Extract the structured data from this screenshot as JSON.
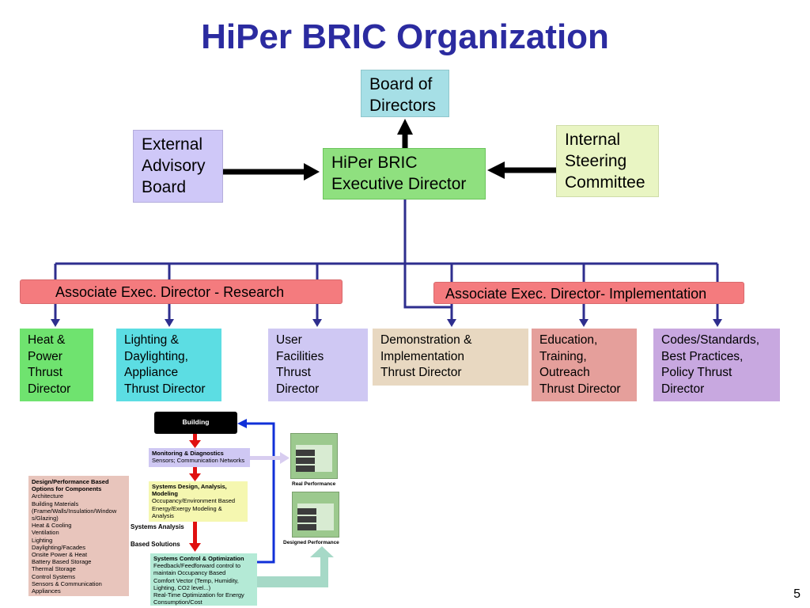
{
  "title": "HiPer BRIC Organization",
  "org": {
    "board": "Board of\nDirectors",
    "external_advisory": "External\nAdvisory\nBoard",
    "executive_director": "HiPer BRIC\nExecutive Director",
    "internal_steering": "Internal\nSteering\nCommittee",
    "assoc_research": "Associate Exec. Director - Research",
    "assoc_implementation": "Associate Exec. Director- Implementation",
    "thrusts": [
      {
        "label": "Heat &\nPower\nThrust\nDirector",
        "color": "#6fe36f"
      },
      {
        "label": "Lighting &\nDaylighting,\nAppliance\nThrust Director",
        "color": "#5cdde3"
      },
      {
        "label": "User\nFacilities\nThrust\nDirector",
        "color": "#cfc8f3"
      },
      {
        "label": "Demonstration &\nImplementation\nThrust Director",
        "color": "#e8d8c1"
      },
      {
        "label": "Education,\nTraining,\nOutreach\nThrust Director",
        "color": "#e59f9b"
      },
      {
        "label": "Codes/Standards,\nBest Practices,\nPolicy Thrust\nDirector",
        "color": "#c8a8e0"
      }
    ]
  },
  "diagram": {
    "building": "Building",
    "monitoring_title": "Monitoring & Diagnostics",
    "monitoring_body": "Sensors; Communication  Networks",
    "design_options_title": "Design/Performance Based\n   Options for Components",
    "design_options_body": "Architecture\nBuilding Materials\n   (Frame/Walls/Insulation/Window\n    s/Glazing)\nHeat & Cooling\nVentilation\nLighting\nDaylighting/Facades\nOnsite Power & Heat\nBattery Based Storage\nThermal Storage\nControl Systems\nSensors & Communication\nAppliances",
    "systems_design_title": "Systems Design, Analysis,\nModeling",
    "systems_design_body": "Occupancy/Environment Based\nEnergy/Exergy Modeling &\nAnalysis",
    "systems_analysis": "Systems Analysis",
    "based_solutions": "Based Solutions",
    "controls_title": "Systems Control & Optimization",
    "controls_body": "Feedback/Feedforward control to\n   maintain Occupancy Based\n   Comfort Vector (Temp, Humidity,\n   Lighting, CO2 level...)\nReal-Time Optimization for Energy\n   Consumption/Cost",
    "real_performance": "Real Performance",
    "designed_performance": "Designed Performance"
  },
  "page_number": "5",
  "colors": {
    "title": "#2b2ba0",
    "connector": "#2e2e8e",
    "assoc": "#f47b7e",
    "arrow_red": "#e01010",
    "arrow_blue": "#1030d8",
    "arrow_teal": "#a6d9c7"
  }
}
